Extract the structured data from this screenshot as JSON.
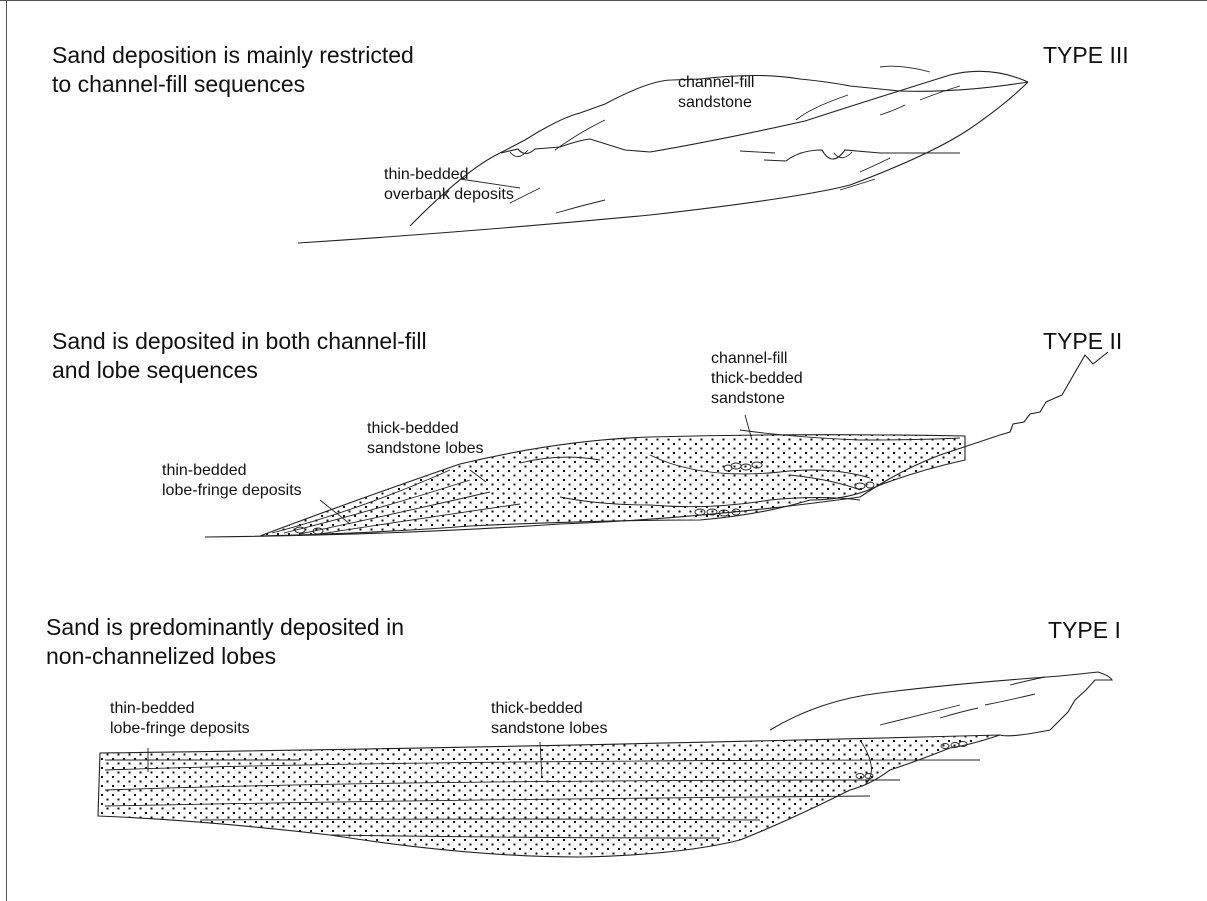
{
  "panels": [
    {
      "heading": "Sand deposition is mainly restricted\nto channel-fill sequences",
      "type_label": "TYPE III",
      "labels": {
        "channel_fill": "channel-fill\nsandstone",
        "overbank": "thin-bedded\noverbank deposits"
      }
    },
    {
      "heading": "Sand is deposited in both channel-fill\nand lobe sequences",
      "type_label": "TYPE II",
      "labels": {
        "channel_fill": "channel-fill\nthick-bedded\nsandstone",
        "lobes": "thick-bedded\nsandstone lobes",
        "fringe": "thin-bedded\nlobe-fringe deposits"
      }
    },
    {
      "heading": "Sand is predominantly deposited in\nnon-channelized lobes",
      "type_label": "TYPE I",
      "labels": {
        "fringe": "thin-bedded\nlobe-fringe deposits",
        "lobes": "thick-bedded\nsandstone lobes"
      }
    }
  ]
}
